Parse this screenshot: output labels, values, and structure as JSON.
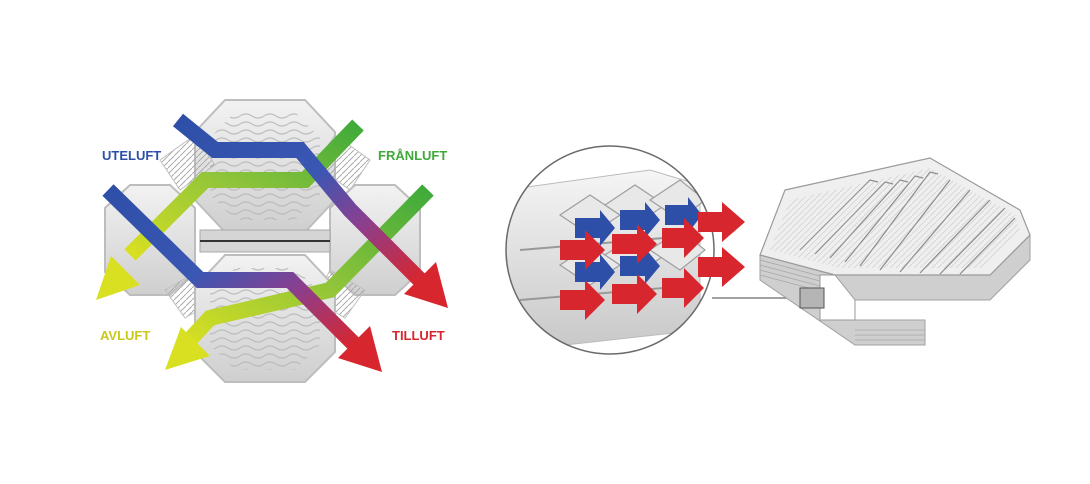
{
  "labels": {
    "uteluft": "UTELUFT",
    "franluft": "FRÅNLUFT",
    "avluft": "AVLUFT",
    "tilluft": "TILLUFT"
  },
  "colors": {
    "blue": "#2e4fa8",
    "green": "#3faa3a",
    "yellow": "#d9e021",
    "red": "#d7262e",
    "plate": "#e4e4e4",
    "plate_edge": "#bdbdbd",
    "line": "#6a6a6a"
  }
}
